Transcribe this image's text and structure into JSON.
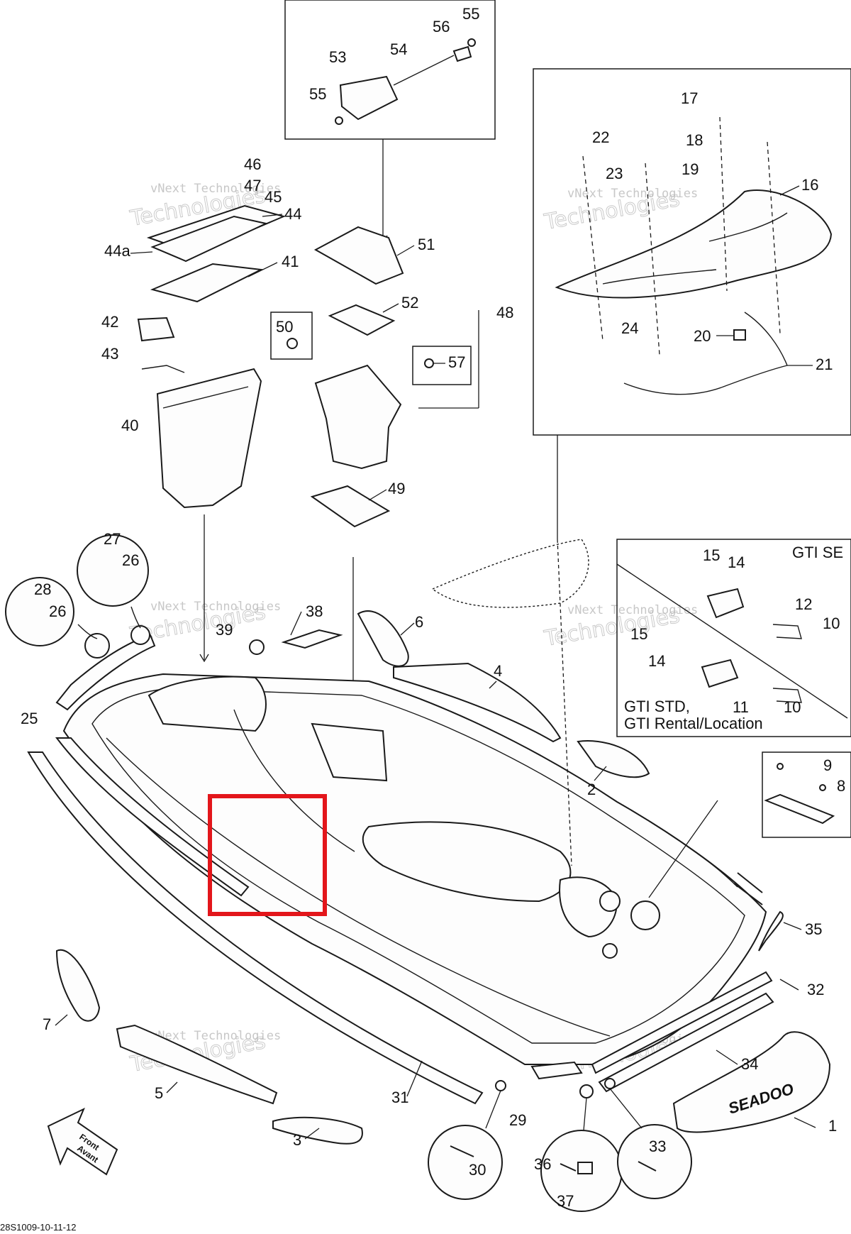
{
  "diagram": {
    "callouts": [
      {
        "id": "c1",
        "text": "1"
      },
      {
        "id": "c2",
        "text": "2"
      },
      {
        "id": "c3",
        "text": "3"
      },
      {
        "id": "c4",
        "text": "4"
      },
      {
        "id": "c5",
        "text": "5"
      },
      {
        "id": "c6",
        "text": "6"
      },
      {
        "id": "c7",
        "text": "7"
      },
      {
        "id": "c8",
        "text": "8"
      },
      {
        "id": "c9",
        "text": "9"
      },
      {
        "id": "c10a",
        "text": "10"
      },
      {
        "id": "c10b",
        "text": "10"
      },
      {
        "id": "c11",
        "text": "11"
      },
      {
        "id": "c12",
        "text": "12"
      },
      {
        "id": "c14a",
        "text": "14"
      },
      {
        "id": "c14b",
        "text": "14"
      },
      {
        "id": "c15a",
        "text": "15"
      },
      {
        "id": "c15b",
        "text": "15"
      },
      {
        "id": "c16",
        "text": "16"
      },
      {
        "id": "c17",
        "text": "17"
      },
      {
        "id": "c18",
        "text": "18"
      },
      {
        "id": "c19",
        "text": "19"
      },
      {
        "id": "c20",
        "text": "20"
      },
      {
        "id": "c21",
        "text": "21"
      },
      {
        "id": "c22",
        "text": "22"
      },
      {
        "id": "c23",
        "text": "23"
      },
      {
        "id": "c24",
        "text": "24"
      },
      {
        "id": "c25",
        "text": "25"
      },
      {
        "id": "c26a",
        "text": "26"
      },
      {
        "id": "c26b",
        "text": "26"
      },
      {
        "id": "c27",
        "text": "27"
      },
      {
        "id": "c28",
        "text": "28"
      },
      {
        "id": "c29",
        "text": "29"
      },
      {
        "id": "c30",
        "text": "30"
      },
      {
        "id": "c31",
        "text": "31"
      },
      {
        "id": "c32",
        "text": "32"
      },
      {
        "id": "c33",
        "text": "33"
      },
      {
        "id": "c34",
        "text": "34"
      },
      {
        "id": "c35",
        "text": "35"
      },
      {
        "id": "c36",
        "text": "36"
      },
      {
        "id": "c37",
        "text": "37"
      },
      {
        "id": "c38",
        "text": "38"
      },
      {
        "id": "c39",
        "text": "39"
      },
      {
        "id": "c40",
        "text": "40"
      },
      {
        "id": "c41",
        "text": "41"
      },
      {
        "id": "c42",
        "text": "42"
      },
      {
        "id": "c43",
        "text": "43"
      },
      {
        "id": "c44",
        "text": "44"
      },
      {
        "id": "c44a",
        "text": "44a"
      },
      {
        "id": "c45",
        "text": "45"
      },
      {
        "id": "c46",
        "text": "46"
      },
      {
        "id": "c47",
        "text": "47"
      },
      {
        "id": "c48",
        "text": "48"
      },
      {
        "id": "c49",
        "text": "49"
      },
      {
        "id": "c50",
        "text": "50"
      },
      {
        "id": "c51",
        "text": "51"
      },
      {
        "id": "c52",
        "text": "52"
      },
      {
        "id": "c53",
        "text": "53"
      },
      {
        "id": "c54",
        "text": "54"
      },
      {
        "id": "c55a",
        "text": "55"
      },
      {
        "id": "c55b",
        "text": "55"
      },
      {
        "id": "c56",
        "text": "56"
      },
      {
        "id": "c57",
        "text": "57"
      }
    ],
    "panel_labels": {
      "gti_se": "GTI SE",
      "gti_std": "GTI STD,",
      "gti_rental": "GTI Rental/Location"
    },
    "front_arrow": {
      "line1": "Front",
      "line2": "Avant"
    },
    "watermark": {
      "small": "vNext Technologies",
      "large": "Technologies"
    },
    "footer_code": "28S1009-10-11-12",
    "decal_text": "SEADOO",
    "colors": {
      "highlight": "#e3161b",
      "line": "#1a1a1a",
      "watermark": "#9a9a9a"
    }
  }
}
